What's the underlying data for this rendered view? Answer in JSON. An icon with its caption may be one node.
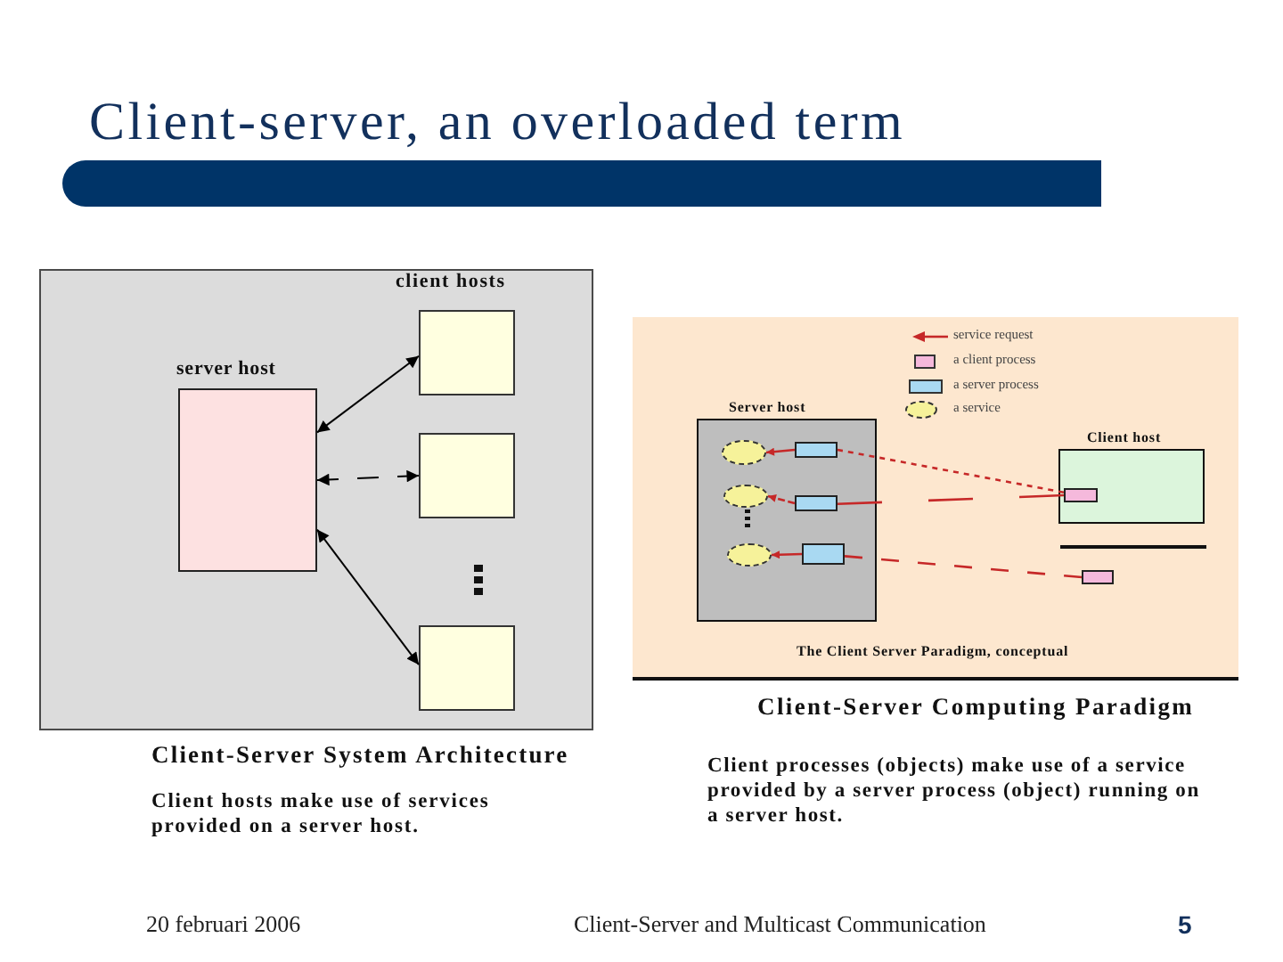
{
  "diagram": {
    "title": "Client-server, an overloaded term",
    "nodes": [
      {
        "text": [],
        "shape": "bar"
      },
      {
        "text": [],
        "shape": "box",
        "beside": [
          "Client-Server System Architecture",
          "Client hosts make use of services provided on a server host."
        ]
      },
      {
        "text": [
          "server host"
        ],
        "in": 1
      },
      {
        "text": [],
        "shape": "box",
        "in": 1
      },
      {
        "text": [],
        "shape": "box",
        "in": 1
      },
      {
        "text": [],
        "shape": "box",
        "in": 1
      },
      {
        "text": [
          "The Client Server Paradigm, conceptual"
        ],
        "beside": [
          "Client-Server Computing Paradigm",
          "Client processes (objects) make use of a service provided by a server process (object) running on a server host."
        ]
      },
      {
        "text": [
          "Server host"
        ],
        "in": 6
      },
      {
        "text": [],
        "shape": "ellipse",
        "in": 7
      },
      {
        "text": [],
        "shape": "box",
        "in": 7
      },
      {
        "text": [],
        "shape": "ellipse",
        "in": 7
      },
      {
        "text": [],
        "shape": "box",
        "in": 7
      },
      {
        "text": [],
        "shape": "ellipse",
        "in": 7
      },
      {
        "text": [],
        "shape": "box",
        "in": 7
      },
      {
        "text": [
          "Client host"
        ],
        "in": 6
      },
      {
        "text": [],
        "shape": "box",
        "in": 14
      },
      {
        "text": [],
        "shape": "box",
        "in": 6
      }
    ],
    "edges": [
      {
        "from": 2,
        "to": 3,
        "arrow": "both",
        "color": "#000000"
      },
      {
        "from": 2,
        "to": 4,
        "arrow": "both",
        "style": "dashed",
        "color": "#000000"
      },
      {
        "from": 2,
        "to": 5,
        "arrow": "both",
        "color": "#000000"
      },
      {
        "from": 9,
        "to": 15,
        "arrow": "none",
        "style": "dashed"
      },
      {
        "from": 9,
        "to": 8,
        "arrow": "to"
      },
      {
        "from": 11,
        "to": 10,
        "arrow": "to",
        "style": "dashed"
      },
      {
        "from": 15,
        "to": 11,
        "arrow": "none",
        "style": "dashed"
      },
      {
        "from": 13,
        "to": 12,
        "arrow": "to"
      },
      {
        "from": 13,
        "to": 16,
        "arrow": "none",
        "style": "dashed"
      }
    ],
    "labels": [
      "client hosts",
      "20 februari 2006",
      "Client-Server and Multicast Communication",
      "5"
    ],
    "legend": [
      {
        "text": "service request"
      },
      {
        "text": "a client process",
        "color": "#f5b9dc"
      },
      {
        "text": "a server process",
        "color": "#a9d9f2"
      },
      {
        "text": "a service",
        "color": "#f6f29a"
      }
    ]
  }
}
